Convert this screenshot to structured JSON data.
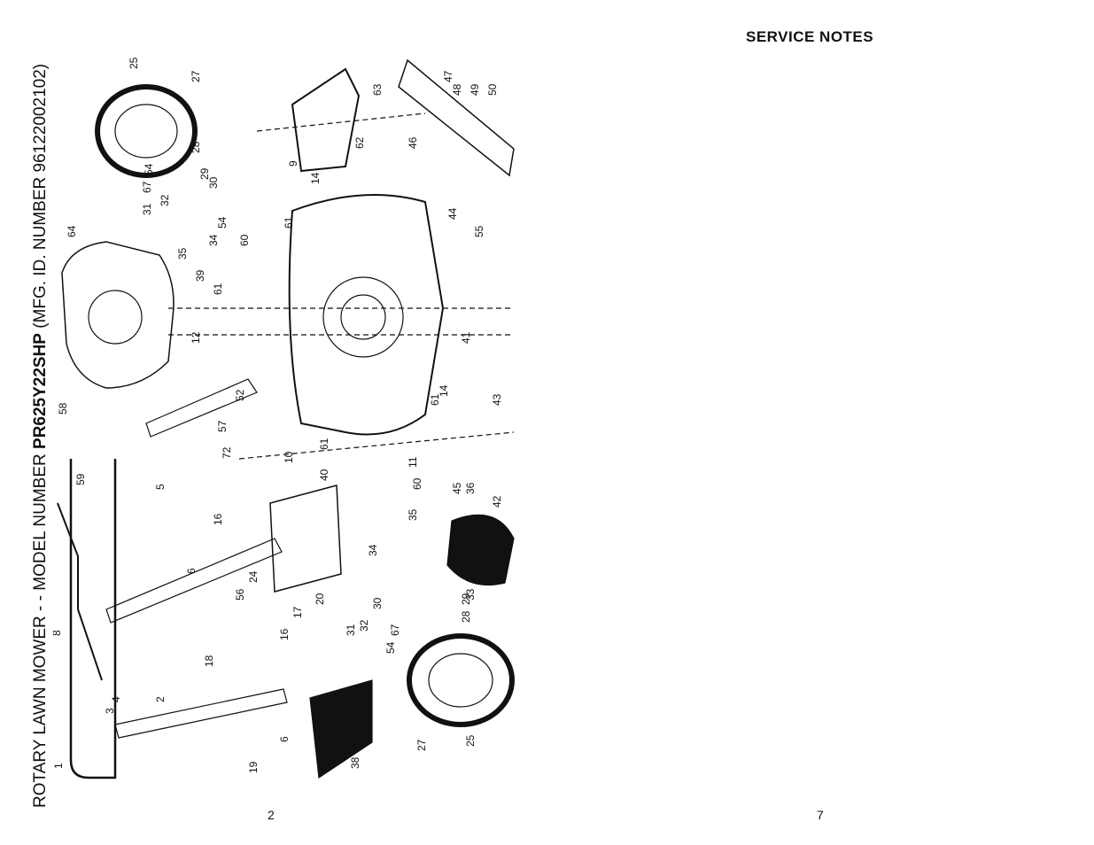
{
  "left_page": {
    "title_regular": "ROTARY LAWN MOWER - - MODEL NUMBER ",
    "title_model": "PR625Y22SHP",
    "title_suffix": " (MFG. ID. NUMBER 96122002102)",
    "page_number": "2",
    "callouts": [
      "1",
      "2",
      "3",
      "4",
      "5",
      "6",
      "6",
      "8",
      "9",
      "10",
      "11",
      "12",
      "14",
      "14",
      "16",
      "16",
      "17",
      "18",
      "19",
      "20",
      "24",
      "25",
      "25",
      "27",
      "27",
      "28",
      "28",
      "29",
      "29",
      "30",
      "30",
      "31",
      "31",
      "32",
      "32",
      "33",
      "34",
      "34",
      "35",
      "35",
      "36",
      "38",
      "39",
      "40",
      "41",
      "42",
      "43",
      "44",
      "45",
      "46",
      "47",
      "48",
      "49",
      "50",
      "52",
      "54",
      "54",
      "54",
      "55",
      "56",
      "57",
      "58",
      "59",
      "60",
      "60",
      "61",
      "61",
      "61",
      "61",
      "62",
      "63",
      "64",
      "67",
      "67",
      "72"
    ]
  },
  "right_page": {
    "heading": "SERVICE NOTES",
    "page_number": "7"
  }
}
